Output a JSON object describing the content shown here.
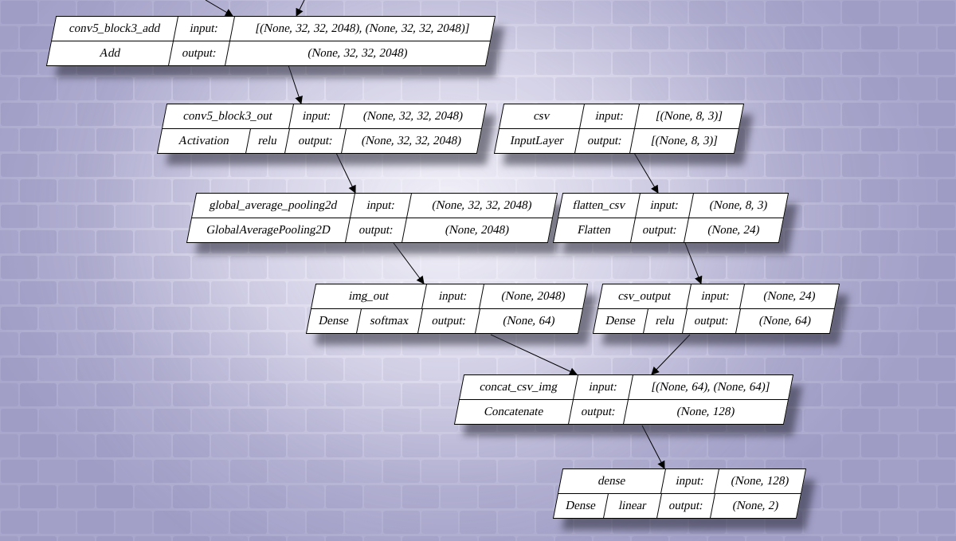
{
  "nodes": [
    {
      "id": "conv5_block3_add",
      "top": [
        "conv5_block3_add",
        "input:",
        "[(None, 32, 32, 2048), (None, 32, 32, 2048)]"
      ],
      "bottom": [
        "Add",
        "output:",
        "(None, 32, 32, 2048)"
      ]
    },
    {
      "id": "conv5_block3_out",
      "top": [
        "conv5_block3_out",
        "input:",
        "(None, 32, 32, 2048)"
      ],
      "bottom": [
        "Activation",
        "relu",
        "output:",
        "(None, 32, 32, 2048)"
      ]
    },
    {
      "id": "csv",
      "top": [
        "csv",
        "input:",
        "[(None, 8, 3)]"
      ],
      "bottom": [
        "InputLayer",
        "output:",
        "[(None, 8, 3)]"
      ]
    },
    {
      "id": "global_average_pooling2d",
      "top": [
        "global_average_pooling2d",
        "input:",
        "(None, 32, 32, 2048)"
      ],
      "bottom": [
        "GlobalAveragePooling2D",
        "output:",
        "(None, 2048)"
      ]
    },
    {
      "id": "flatten_csv",
      "top": [
        "flatten_csv",
        "input:",
        "(None, 8, 3)"
      ],
      "bottom": [
        "Flatten",
        "output:",
        "(None, 24)"
      ]
    },
    {
      "id": "img_out",
      "top": [
        "img_out",
        "input:",
        "(None, 2048)"
      ],
      "bottom": [
        "Dense",
        "softmax",
        "output:",
        "(None, 64)"
      ]
    },
    {
      "id": "csv_output",
      "top": [
        "csv_output",
        "input:",
        "(None, 24)"
      ],
      "bottom": [
        "Dense",
        "relu",
        "output:",
        "(None, 64)"
      ]
    },
    {
      "id": "concat_csv_img",
      "top": [
        "concat_csv_img",
        "input:",
        "[(None, 64), (None, 64)]"
      ],
      "bottom": [
        "Concatenate",
        "output:",
        "(None, 128)"
      ]
    },
    {
      "id": "dense",
      "top": [
        "dense",
        "input:",
        "(None, 128)"
      ],
      "bottom": [
        "Dense",
        "linear",
        "output:",
        "(None, 2)"
      ]
    }
  ],
  "edges": [
    [
      "conv5_block3_add",
      "conv5_block3_out"
    ],
    [
      "conv5_block3_out",
      "global_average_pooling2d"
    ],
    [
      "global_average_pooling2d",
      "img_out"
    ],
    [
      "csv",
      "flatten_csv"
    ],
    [
      "flatten_csv",
      "csv_output"
    ],
    [
      "img_out",
      "concat_csv_img"
    ],
    [
      "csv_output",
      "concat_csv_img"
    ],
    [
      "concat_csv_img",
      "dense"
    ]
  ]
}
